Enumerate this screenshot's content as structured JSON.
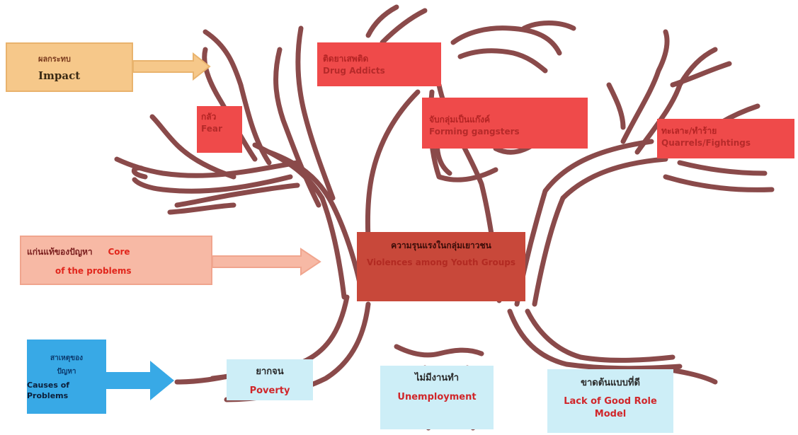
{
  "impact": {
    "thai": "ผลกระทบ",
    "english": "Impact"
  },
  "impacts": {
    "drug": {
      "thai": "ติดยาเสพติด",
      "english": "Drug Addicts"
    },
    "fear": {
      "thai": "กลัว",
      "english": "Fear"
    },
    "gang": {
      "thai": "จับกลุ่มเป็นแก๊งค์",
      "english": "Forming gangsters"
    },
    "quarrel": {
      "thai": "ทะเลาะ/ทำร้าย",
      "english": "Quarrels/Fightings"
    }
  },
  "core": {
    "thai": "แก่นแท้ของปัญหา",
    "english_1": "Core",
    "english_2": "of the problems",
    "box_thai": "ความรุนแรงในกลุ่มเยาวชน",
    "box_english": "Violences among Youth Groups"
  },
  "causes": {
    "thai_1": "สาเหตุของ",
    "thai_2": "ปัญหา",
    "english": "Causes of Problems",
    "poverty": {
      "thai": "ยากจน",
      "english": "Poverty"
    },
    "unemployment": {
      "thai": "ไม่มีงานทำ",
      "english": "Unemployment"
    },
    "role_model": {
      "thai": "ขาดต้นแบบที่ดี",
      "english": "Lack of Good Role Model"
    }
  },
  "colors": {
    "trunk": "#8a4a4a",
    "impact_label": "#f6c88a",
    "impact_box": "#ef4a4a",
    "core_label": "#f7b9a5",
    "core_box": "#c8483a",
    "causes_label": "#38a9e6",
    "cause_box": "#cdeef7",
    "accent_red": "#e1261c"
  }
}
